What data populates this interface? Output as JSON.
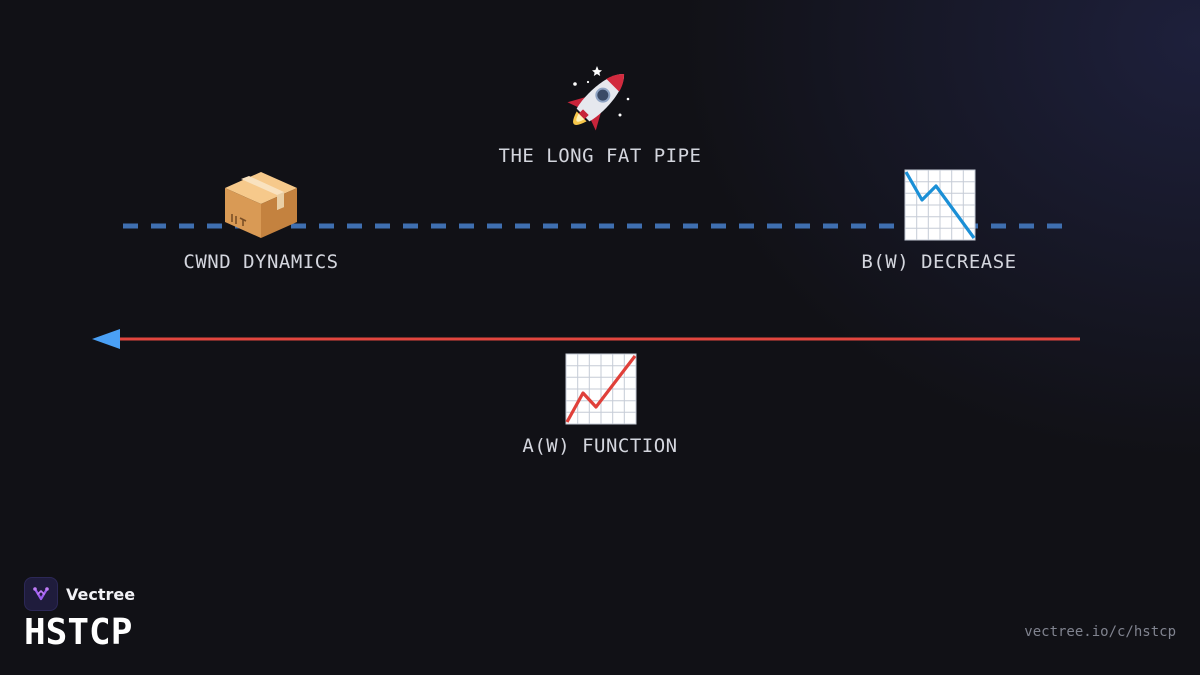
{
  "nodes": {
    "pipe": {
      "label": "THE LONG FAT PIPE",
      "icon": "rocket-icon"
    },
    "cwnd": {
      "label": "CWND DYNAMICS",
      "icon": "package-icon"
    },
    "bw": {
      "label": "B(W) DECREASE",
      "icon": "chart-decreasing-icon"
    },
    "aw": {
      "label": "A(W) FUNCTION",
      "icon": "chart-increasing-icon"
    }
  },
  "connectors": {
    "dashed_line_color": "#3f6fb0",
    "arrow_line_color": "#e2463f",
    "arrow_head_color": "#4aa0f5"
  },
  "brand": {
    "name": "Vectree",
    "logo_icon": "vectree-logo-icon"
  },
  "course": {
    "title": "HSTCP"
  },
  "footer": {
    "url": "vectree.io/c/hstcp"
  }
}
